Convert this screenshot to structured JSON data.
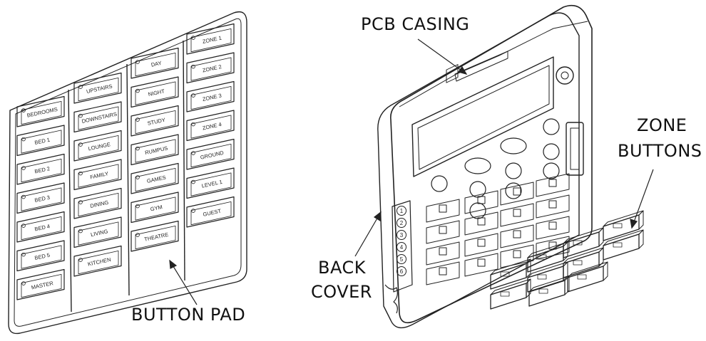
{
  "callouts": {
    "pcb_casing": "PCB CASING",
    "zone_buttons_line1": "ZONE",
    "zone_buttons_line2": "BUTTONS",
    "back_cover_line1": "BACK",
    "back_cover_line2": "COVER",
    "button_pad": "BUTTON PAD"
  },
  "button_pad": {
    "columns": [
      [
        "BEDROOMS",
        "BED 1",
        "BED 2",
        "BED 3",
        "BED 4",
        "BED 5",
        "MASTER"
      ],
      [
        "UPSTAIRS",
        "DOWNSTAIRS",
        "LOUNGE",
        "FAMILY",
        "DINING",
        "LIVING",
        "KITCHEN"
      ],
      [
        "DAY",
        "NIGHT",
        "STUDY",
        "RUMPUS",
        "GAMES",
        "GYM",
        "THEATRE"
      ],
      [
        "ZONE 1",
        "ZONE 2",
        "ZONE 3",
        "ZONE 4",
        "GROUND",
        "LEVEL 1",
        "GUEST"
      ]
    ]
  },
  "back_cover_numbers": [
    "1",
    "2",
    "3",
    "4",
    "5",
    "6"
  ]
}
